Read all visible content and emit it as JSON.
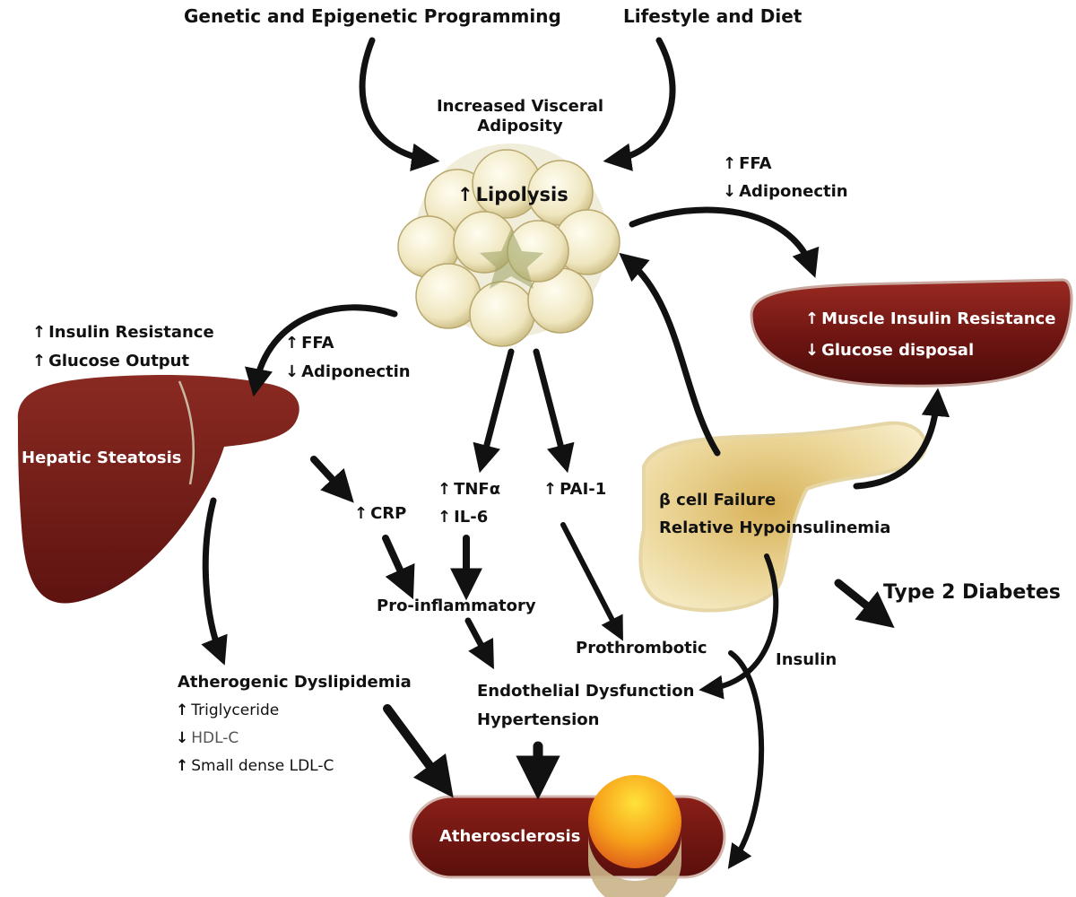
{
  "labels": {
    "genetic": "Genetic and Epigenetic Programming",
    "lifestyle": "Lifestyle and Diet",
    "visceral": "Increased Visceral Adiposity",
    "lipolysis": "Lipolysis",
    "ffa": "FFA",
    "adiponectin": "Adiponectin",
    "insulin_resistance": "Insulin Resistance",
    "glucose_output": "Glucose Output",
    "hepatic_steatosis": "Hepatic Steatosis",
    "muscle_ir": "Muscle Insulin Resistance",
    "glucose_disposal": "Glucose disposal",
    "crp": "CRP",
    "tnf": "TNFα",
    "il6": "IL-6",
    "pai1": "PAI-1",
    "beta_cell": "β cell Failure",
    "hypoinsulinemia": "Relative Hypoinsulinemia",
    "type2": "Type 2 Diabetes",
    "proinflammatory": "Pro-inflammatory",
    "prothrombotic": "Prothrombotic",
    "insulin": "Insulin",
    "atherogenic": "Atherogenic Dyslipidemia",
    "triglyceride": "Triglyceride",
    "hdl": "HDL-C",
    "ldl": "Small dense LDL-C",
    "endothelial": "Endothelial Dysfunction",
    "hypertension": "Hypertension",
    "atherosclerosis": "Atherosclerosis"
  },
  "colors": {
    "organ_red": "#7a1a1a",
    "fat_yellow": "#f3eccb",
    "pancreas": "#ecd79a",
    "arrow": "#111111"
  }
}
